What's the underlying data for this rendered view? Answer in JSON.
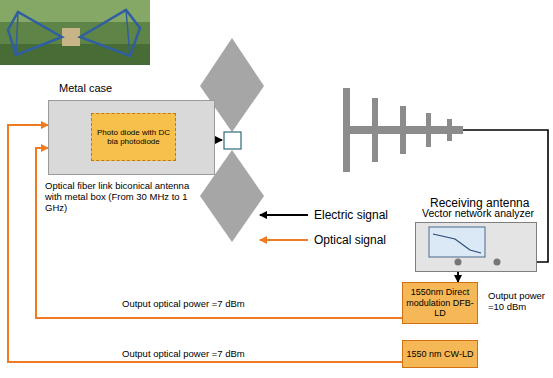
{
  "diagram": {
    "nodes": [
      {
        "text": [
          "Metal case"
        ]
      },
      {
        "text": [
          "Photo diode with DC bia photodiode"
        ],
        "in": 0
      },
      {
        "text": [
          "Vector network analyzer"
        ]
      },
      {
        "text": [
          "1550nm Direct modulation DFB-LD"
        ]
      },
      {
        "text": [
          "1550 nm CW-LD"
        ]
      }
    ],
    "edges": [
      {
        "from": 3,
        "to": 0,
        "label": "Output optical power =7 dBm",
        "arrow": "to"
      },
      {
        "from": 4,
        "to": 0,
        "label": "Output optical power =7 dBm",
        "arrow": "to"
      },
      {
        "from": 2,
        "to": 3,
        "label": "Output power =10 dBm",
        "arrow": "to"
      }
    ],
    "labels": [
      "Optical fiber link biconical antenna with metal box (From 30 MHz to 1 GHz)",
      "Receiving antenna"
    ],
    "legend": [
      {
        "text": "Electric signal"
      },
      {
        "text": "Optical signal"
      }
    ]
  }
}
